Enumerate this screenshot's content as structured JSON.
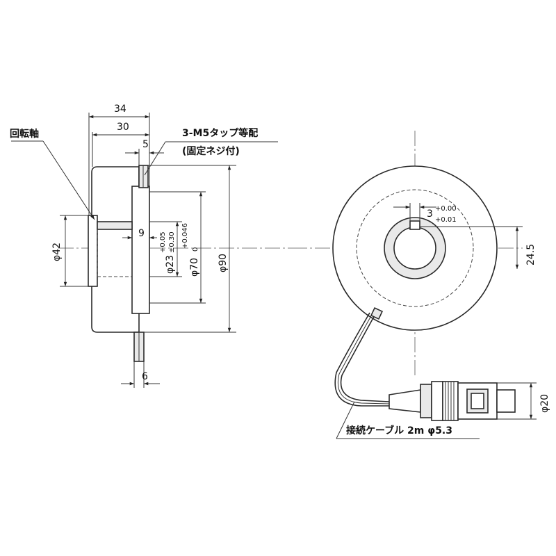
{
  "side_view": {
    "dim_overall_length": "34",
    "dim_body_length": "30",
    "dim_flange": "5",
    "dim_shaft_bore_depth": "9",
    "dim_shaft_diameter": "φ42",
    "dim_bore_diameter": "φ23",
    "dim_bore_tol_upper": "+0.05",
    "dim_bore_tol_lower": "±0.30",
    "dim_pilot_diameter": "φ70",
    "dim_pilot_tol_upper": "+0.046",
    "dim_pilot_tol_lower": "0",
    "dim_outer_diameter": "φ90",
    "dim_cable_gland": "6",
    "label_rotation_shaft": "回転軸",
    "label_tap_line1": "3-M5タップ等配",
    "label_tap_line2": "(固定ネジ付)"
  },
  "front_view": {
    "dim_keyway_width": "3",
    "dim_keyway_tol_upper": "+0.00",
    "dim_keyway_tol_lower": "+0.01",
    "dim_keyway_height": "24.5",
    "dim_connector_diameter": "φ20",
    "label_cable": "接続ケーブル 2m φ5.3"
  }
}
